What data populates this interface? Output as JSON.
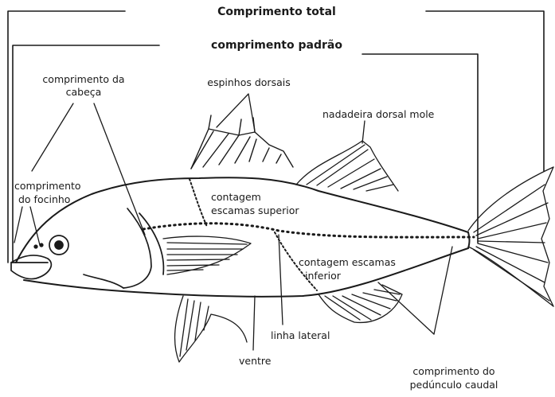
{
  "labels": {
    "total_length": "Comprimento total",
    "standard_length": "comprimento padrão",
    "head_length_1": "comprimento da",
    "head_length_2": "cabeça",
    "dorsal_spines": "espinhos dorsais",
    "soft_dorsal_fin": "nadadeira dorsal mole",
    "snout_length_1": "comprimento",
    "snout_length_2": "do focinho",
    "upper_scale_count_1": "contagem",
    "upper_scale_count_2": "escamas superior",
    "lower_scale_count_1": "contagem escamas",
    "lower_scale_count_2": "inferior",
    "lateral_line": "linha lateral",
    "belly": "ventre",
    "caudal_peduncle_1": "comprimento do",
    "caudal_peduncle_2": "pedúnculo caudal"
  },
  "colors": {
    "ink": "#1a1a1a",
    "background": "#ffffff"
  }
}
